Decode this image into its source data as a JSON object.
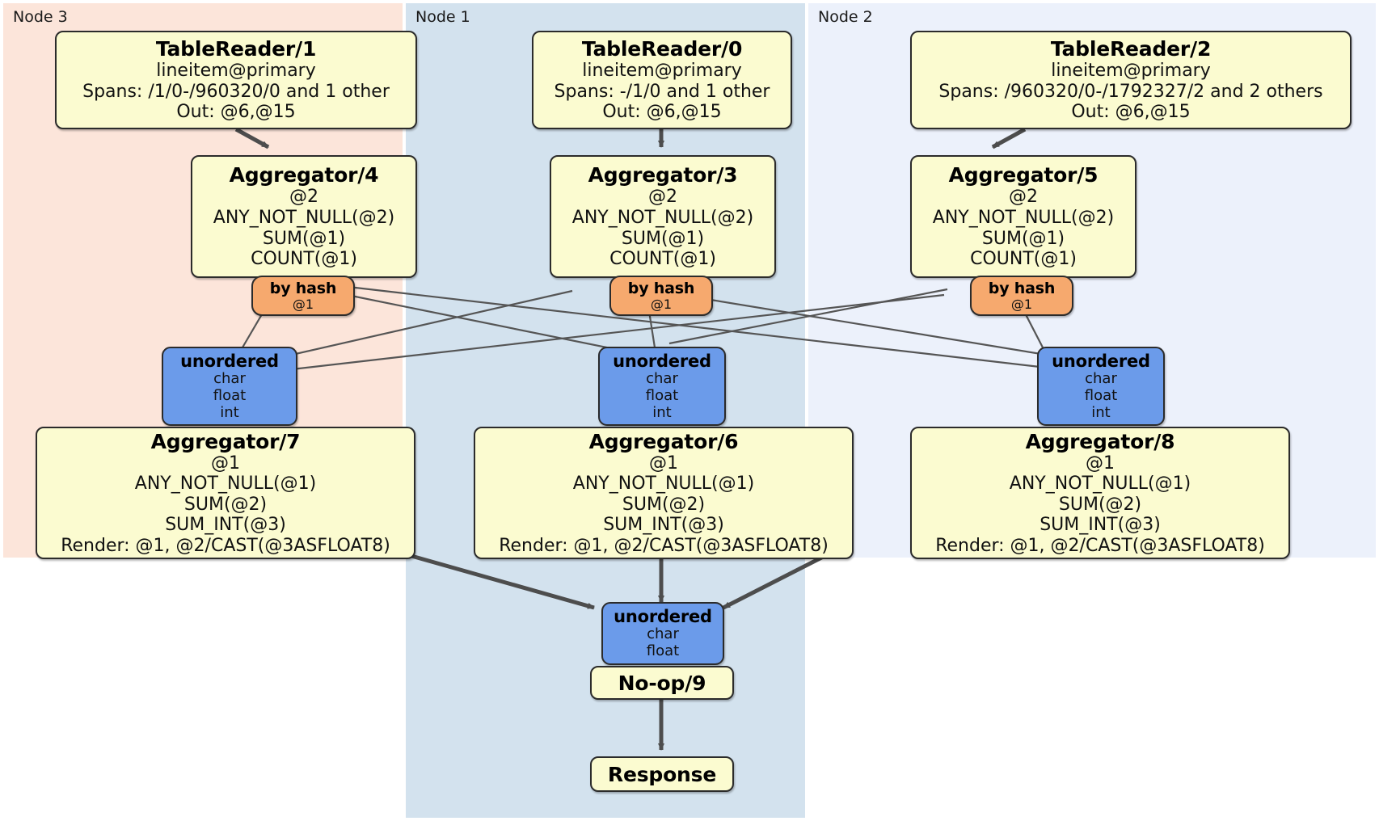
{
  "diagram": {
    "type": "distributed-query-execution-plan",
    "nodes": [
      {
        "id": "node3",
        "label": "Node 3",
        "color": "#fce5da"
      },
      {
        "id": "node1",
        "label": "Node 1",
        "color": "#d3e2ee"
      },
      {
        "id": "node2",
        "label": "Node 2",
        "color": "#ecf1fb"
      }
    ],
    "processors": {
      "table_reader_1": {
        "title": "TableReader/1",
        "lines": [
          "lineitem@primary",
          "Spans: /1/0-/960320/0 and 1 other",
          "Out: @6,@15"
        ]
      },
      "table_reader_0": {
        "title": "TableReader/0",
        "lines": [
          "lineitem@primary",
          "Spans: -/1/0 and 1 other",
          "Out: @6,@15"
        ]
      },
      "table_reader_2": {
        "title": "TableReader/2",
        "lines": [
          "lineitem@primary",
          "Spans: /960320/0-/1792327/2 and 2 others",
          "Out: @6,@15"
        ]
      },
      "aggregator_4": {
        "title": "Aggregator/4",
        "lines": [
          "@2",
          "ANY_NOT_NULL(@2)",
          "SUM(@1)",
          "COUNT(@1)"
        ]
      },
      "aggregator_3": {
        "title": "Aggregator/3",
        "lines": [
          "@2",
          "ANY_NOT_NULL(@2)",
          "SUM(@1)",
          "COUNT(@1)"
        ]
      },
      "aggregator_5": {
        "title": "Aggregator/5",
        "lines": [
          "@2",
          "ANY_NOT_NULL(@2)",
          "SUM(@1)",
          "COUNT(@1)"
        ]
      },
      "aggregator_7": {
        "title": "Aggregator/7",
        "lines": [
          "@1",
          "ANY_NOT_NULL(@1)",
          "SUM(@2)",
          "SUM_INT(@3)",
          "Render: @1, @2/CAST(@3ASFLOAT8)"
        ]
      },
      "aggregator_6": {
        "title": "Aggregator/6",
        "lines": [
          "@1",
          "ANY_NOT_NULL(@1)",
          "SUM(@2)",
          "SUM_INT(@3)",
          "Render: @1, @2/CAST(@3ASFLOAT8)"
        ]
      },
      "aggregator_8": {
        "title": "Aggregator/8",
        "lines": [
          "@1",
          "ANY_NOT_NULL(@1)",
          "SUM(@2)",
          "SUM_INT(@3)",
          "Render: @1, @2/CAST(@3ASFLOAT8)"
        ]
      },
      "noop_9": {
        "title": "No-op/9",
        "lines": []
      },
      "response": {
        "title": "Response",
        "lines": []
      }
    },
    "routers": {
      "by_hash_left": {
        "title": "by hash",
        "lines": [
          "@1"
        ]
      },
      "by_hash_middle": {
        "title": "by hash",
        "lines": [
          "@1"
        ]
      },
      "by_hash_right": {
        "title": "by hash",
        "lines": [
          "@1"
        ]
      }
    },
    "synchronizers": {
      "unordered_left": {
        "title": "unordered",
        "lines": [
          "char",
          "float",
          "int"
        ]
      },
      "unordered_middle": {
        "title": "unordered",
        "lines": [
          "char",
          "float",
          "int"
        ]
      },
      "unordered_right": {
        "title": "unordered",
        "lines": [
          "char",
          "float",
          "int"
        ]
      },
      "unordered_final": {
        "title": "unordered",
        "lines": [
          "char",
          "float"
        ]
      }
    },
    "colors": {
      "processor_fill": "#fbfbd0",
      "synchronizer_fill": "#6b9bea",
      "router_fill": "#f6a96e",
      "stroke": "#2b2b2b",
      "edge_thick": "#4d4d4d",
      "edge_thin": "#555555"
    }
  }
}
